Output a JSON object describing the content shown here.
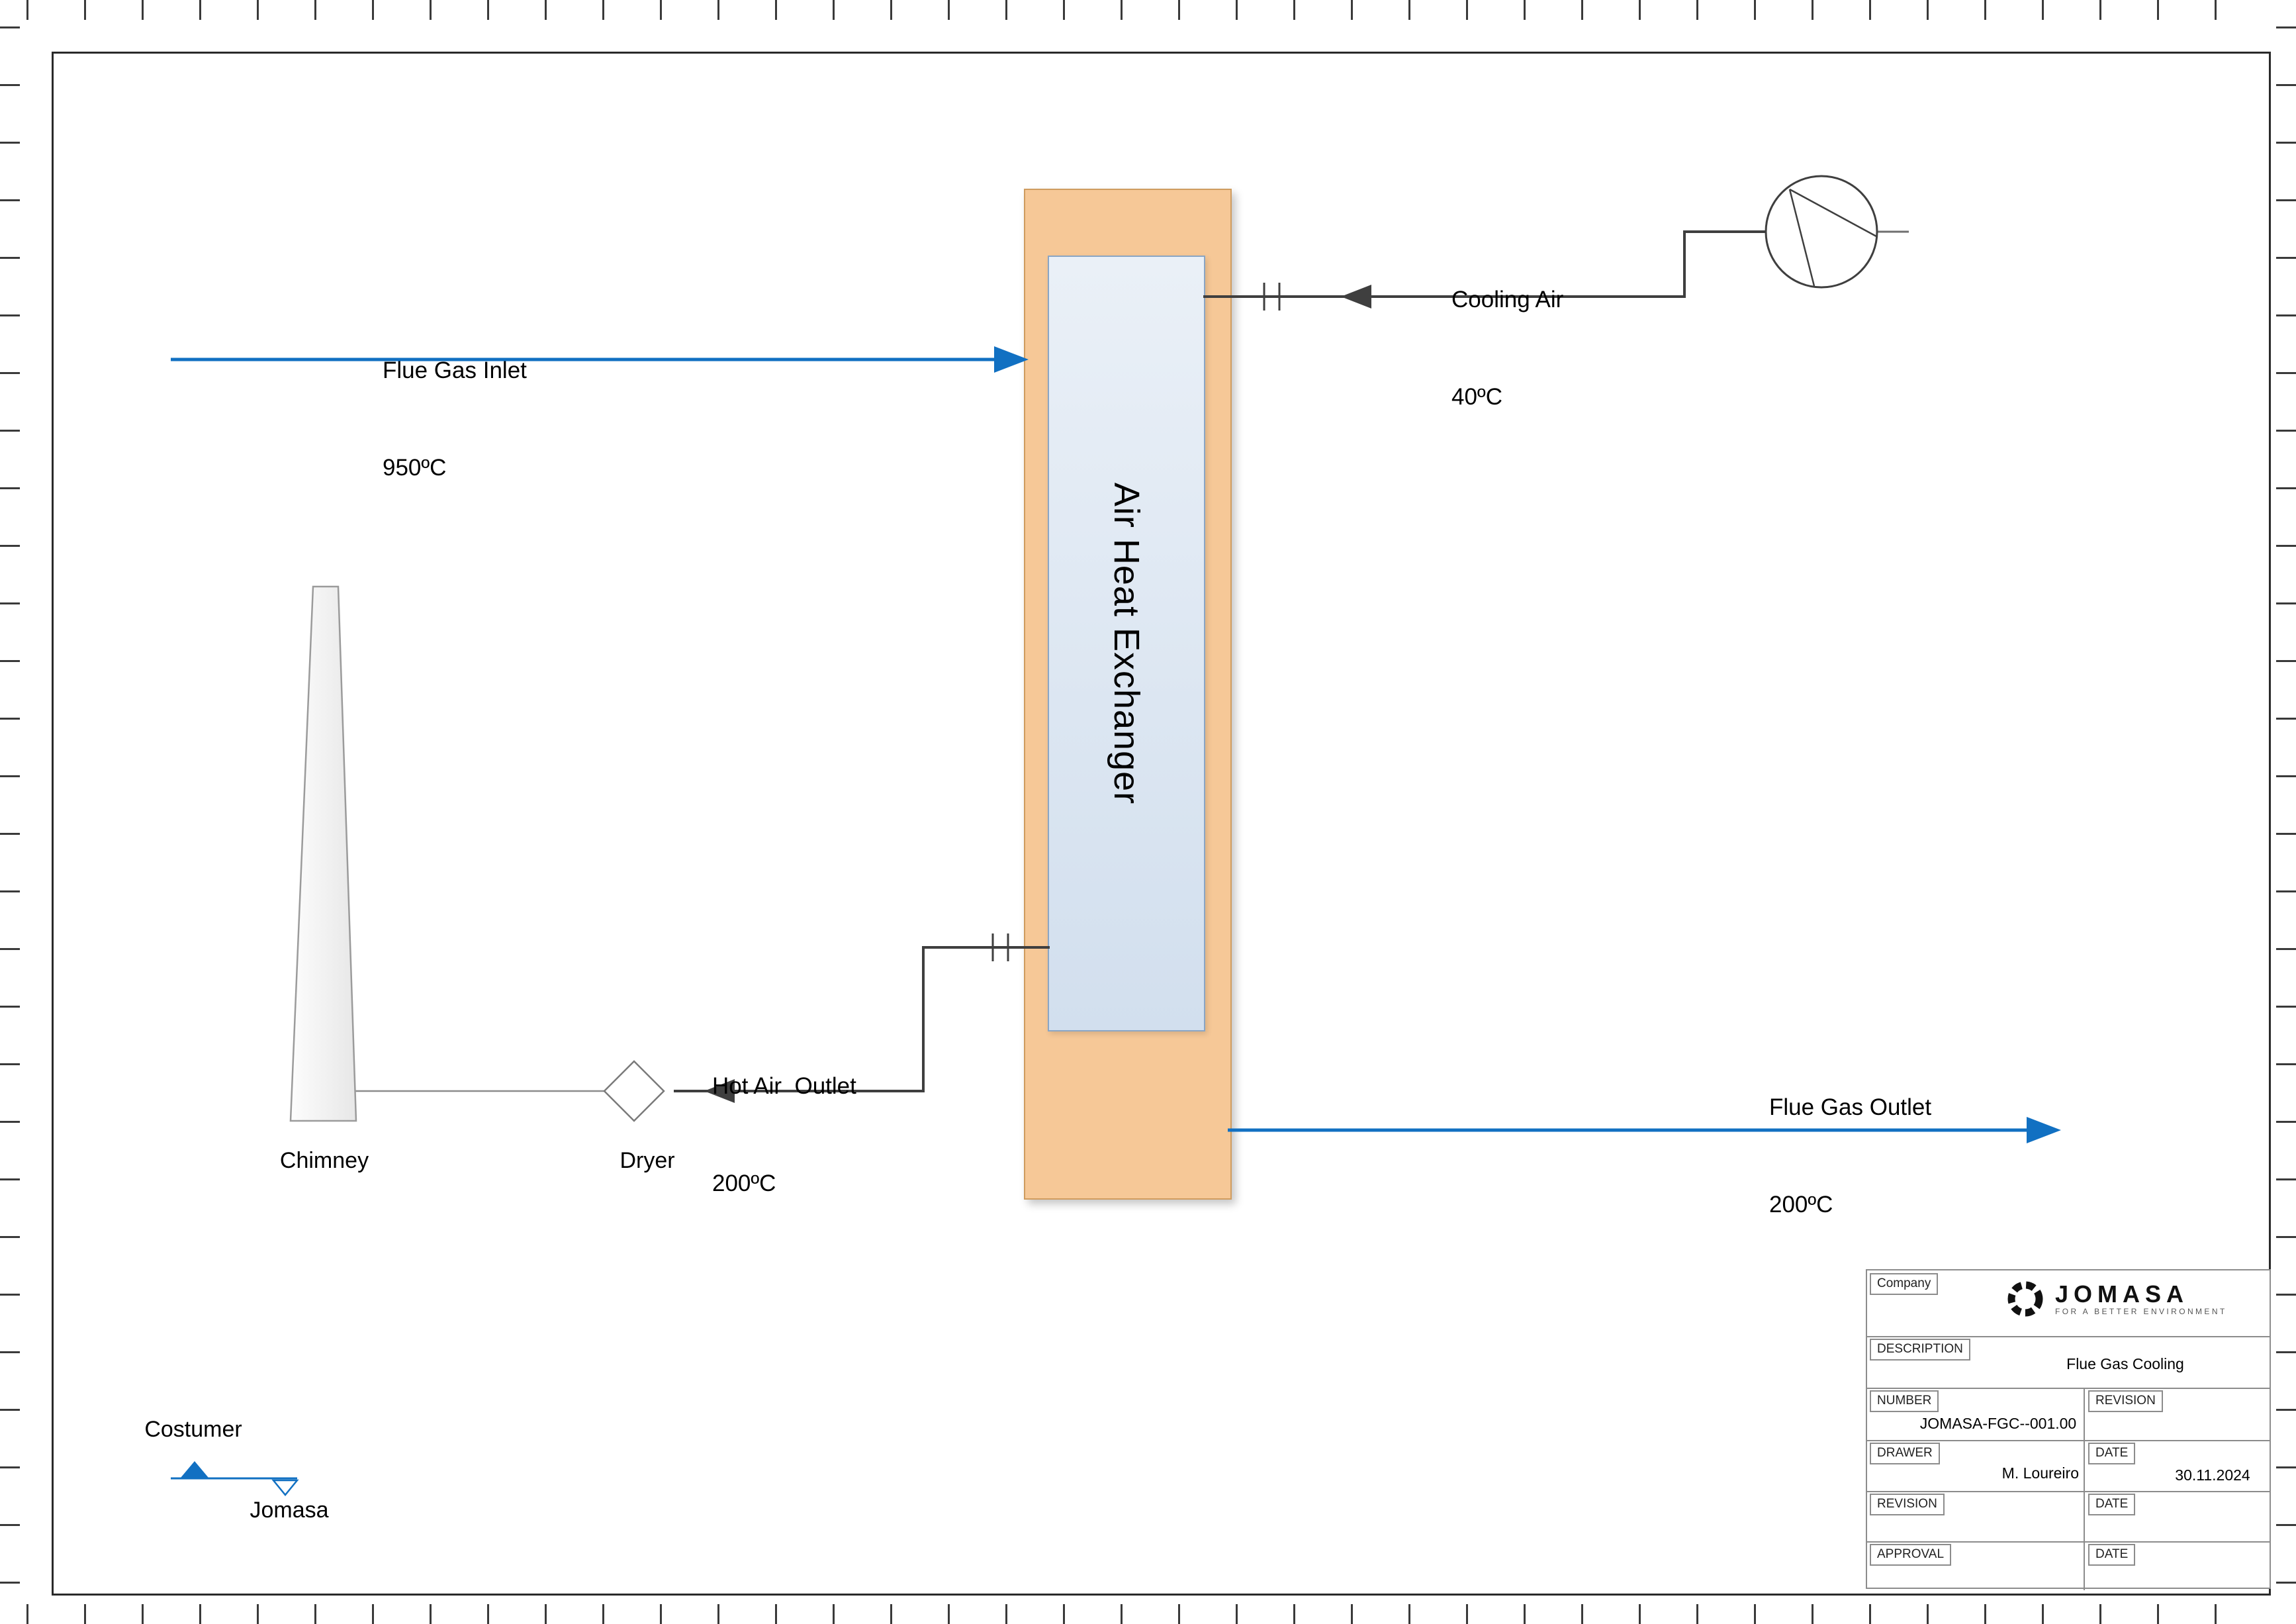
{
  "flows": {
    "inlet": {
      "label": "Flue Gas Inlet",
      "temp": "950ºC"
    },
    "cooling": {
      "label": "Cooling Air",
      "temp": "40ºC"
    },
    "hot_air": {
      "label": "Hot Air  Outlet",
      "temp": "200ºC"
    },
    "outlet": {
      "label": "Flue Gas Outlet",
      "temp": "200ºC"
    }
  },
  "equipment": {
    "exchanger": "Air Heat Exchanger",
    "chimney": "Chimney",
    "dryer": "Dryer"
  },
  "legend": {
    "customer": "Costumer",
    "company": "Jomasa"
  },
  "title_block": {
    "company_tag": "Company",
    "logo_text": "JOMASA",
    "logo_tagline": "FOR A BETTER ENVIRONMENT",
    "description_tag": "DESCRIPTION",
    "description": "Flue Gas Cooling",
    "number_tag": "NUMBER",
    "number": "JOMASA-FGC--001.00",
    "revision_tag": "REVISION",
    "drawer_tag": "DRAWER",
    "drawer": "M. Loureiro",
    "date_tag": "DATE",
    "date": "30.11.2024",
    "approval_tag": "APPROVAL"
  },
  "colors": {
    "flow_blue": "#1170c2",
    "pipe_dark": "#3f3f3f",
    "exchanger_fill": "#f6c897",
    "core_fill": "#dce6f1"
  }
}
